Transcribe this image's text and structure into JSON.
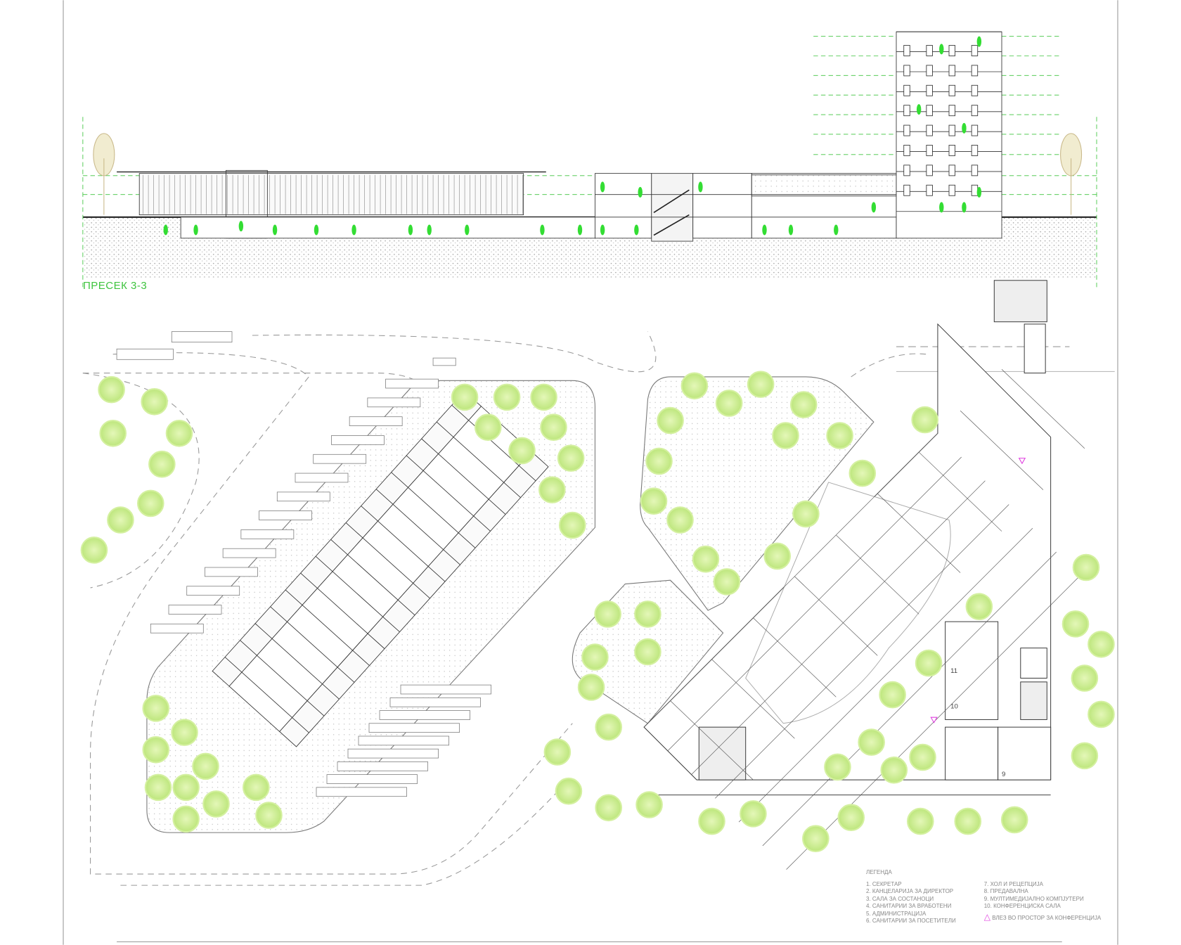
{
  "section": {
    "title": "ПРЕСЕК 3-3"
  },
  "legend": {
    "title": "ЛЕГЕНДА",
    "left": [
      "1. СЕКРЕТАР",
      "2. КАНЦЕЛАРИЈА ЗА ДИРЕКТОР",
      "3. САЛА ЗА СОСТАНОЦИ",
      "4. САНИТАРИИ ЗА ВРАБОТЕНИ",
      "5. АДМИНИСТРАЦИЈА",
      "6. САНИТАРИИ ЗА ПОСЕТИТЕЛИ"
    ],
    "right": [
      "7. ХОЛ И РЕЦЕПЦИЈА",
      "8. ПРЕДАВАЛНА",
      "9. МУЛТИМЕДИЈАЛНО КОМПЈУТЕРИ",
      "10. КОНФЕРЕНЦИСКА САЛА"
    ],
    "entrance_note": "ВЛЕЗ ВО ПРОСТОР ЗА КОНФЕРЕНЦИЈА"
  },
  "room_labels": [
    "11",
    "10",
    "9"
  ],
  "colors": {
    "accent_green": "#3ec43e",
    "tree_green": "#c8ec8a",
    "entrance_mark": "#e040e0"
  }
}
